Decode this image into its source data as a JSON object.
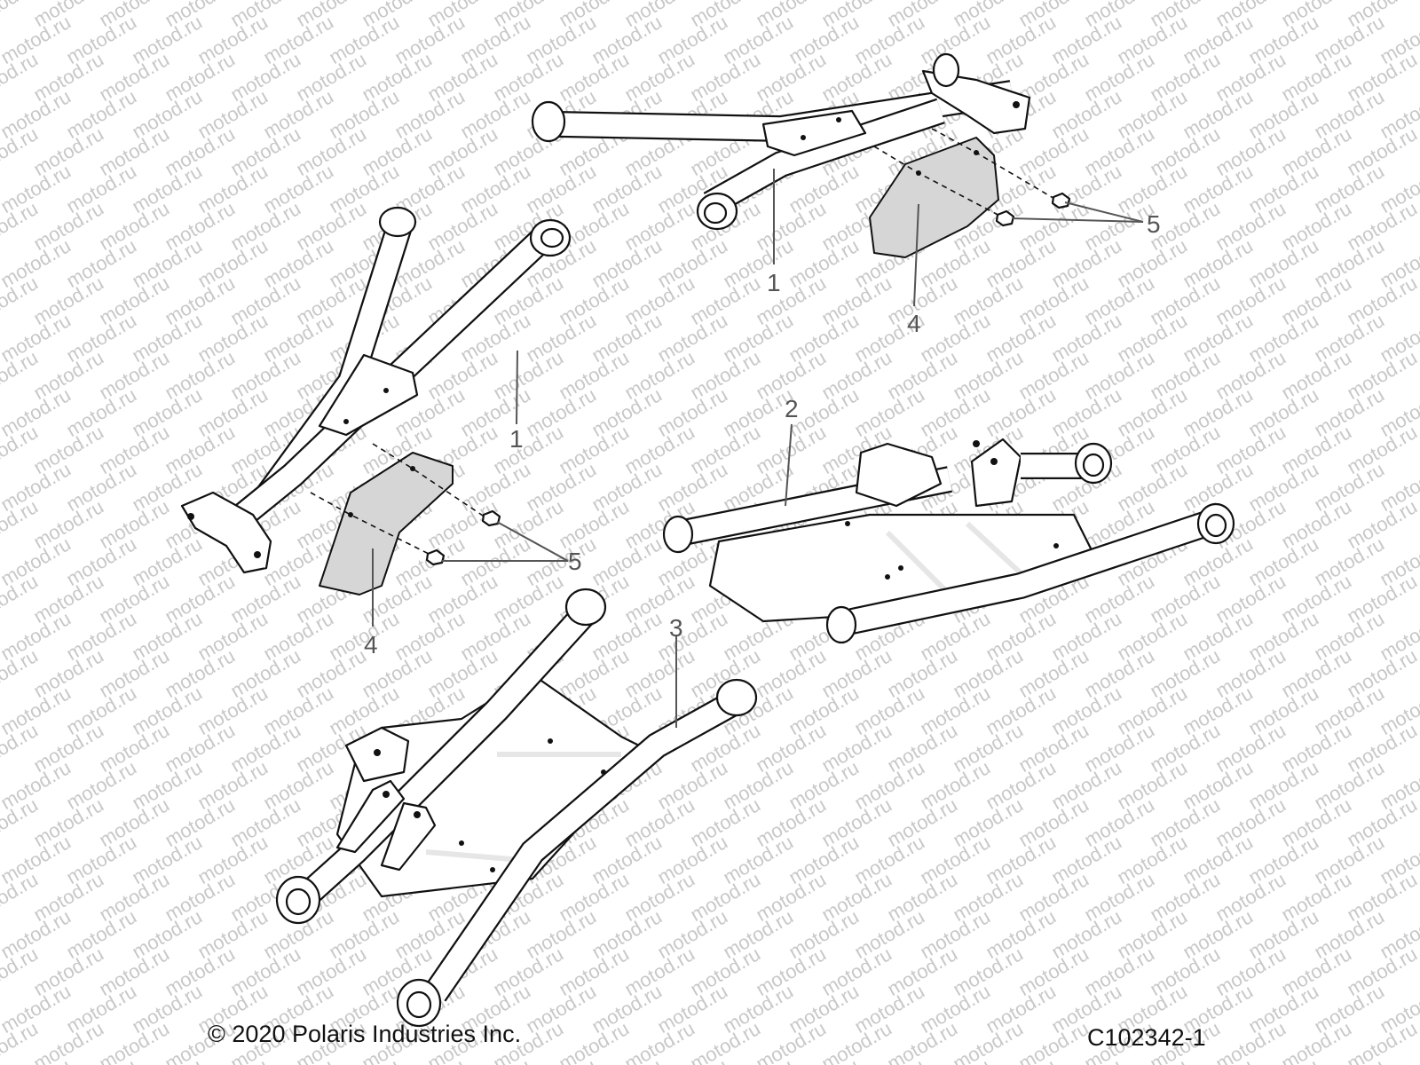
{
  "watermark": {
    "text": "motod.ru"
  },
  "callouts": [
    "1",
    "1",
    "2",
    "3",
    "4",
    "4",
    "5",
    "5"
  ],
  "footer": {
    "copyright": "© 2020 Polaris Industries Inc.",
    "code": "C102342-1"
  },
  "colors": {
    "line": "#111111",
    "plate": "#d6d6d6",
    "callout": "#555555",
    "watermark": "#c8c8c8"
  }
}
